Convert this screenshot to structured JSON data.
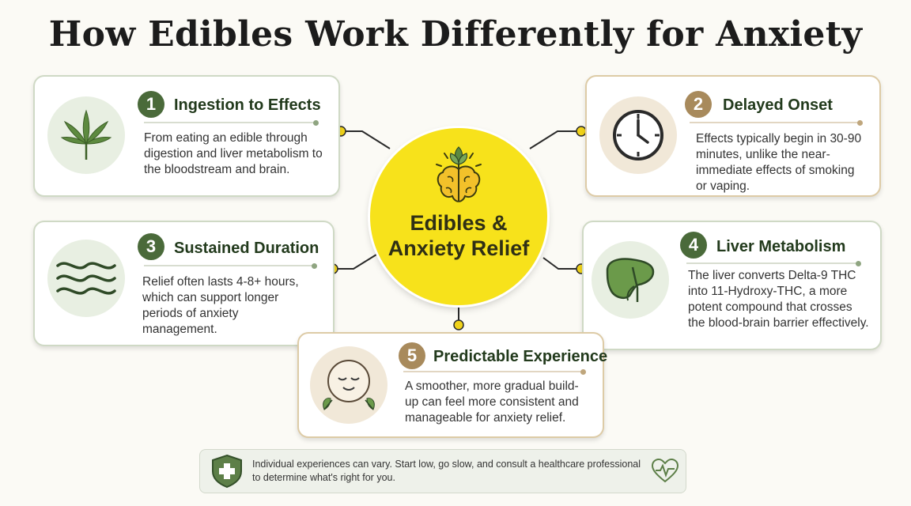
{
  "title": "How Edibles Work Differently for Anxiety",
  "center": {
    "line1": "Edibles &",
    "line2": "Anxiety Relief",
    "icon": "brain-sprout-icon",
    "fill_color": "#F7E21B"
  },
  "steps": [
    {
      "number": "1",
      "title": "Ingestion to Effects",
      "body": "From eating an edible through digestion and liver metabolism to the bloodstream and brain.",
      "icon": "cannabis-leaf-icon"
    },
    {
      "number": "2",
      "title": "Delayed Onset",
      "body": "Effects typically begin in 30-90 minutes, unlike the near-immediate effects of smoking or vaping.",
      "icon": "clock-icon"
    },
    {
      "number": "3",
      "title": "Sustained Duration",
      "body": "Relief often lasts 4-8+ hours, which can support longer periods of anxiety management.",
      "icon": "waves-icon"
    },
    {
      "number": "4",
      "title": "Liver Metabolism",
      "body": "The liver converts Delta-9 THC into 11-Hydroxy-THC, a more potent compound that crosses the blood-brain barrier effectively.",
      "icon": "liver-icon"
    },
    {
      "number": "5",
      "title": "Predictable Experience",
      "body": "A smoother, more gradual build-up can feel more consistent and manageable for anxiety relief.",
      "icon": "calm-face-icon"
    }
  ],
  "disclaimer": {
    "text": "Individual experiences can vary. Start low, go slow, and consult a healthcare professional to determine what's right for you.",
    "left_icon": "shield-cross-icon",
    "right_icon": "heart-pulse-icon"
  },
  "colors": {
    "green_accent": "#4A6A3A",
    "tan_accent": "#A88A5C",
    "connector_dot": "#F0D21A"
  }
}
